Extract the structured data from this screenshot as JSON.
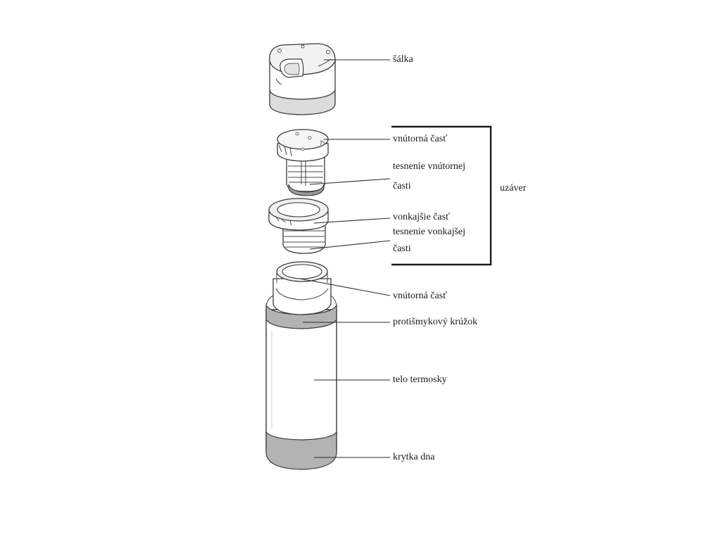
{
  "diagram": {
    "labels": {
      "cup": "šálka",
      "inner_part": "vnútorná časť",
      "inner_seal_line1": "tesnenie vnútornej",
      "inner_seal_line2": "časti",
      "outer_part": "vonkajšie časť",
      "outer_seal_line1": "tesnenie vonkajšej",
      "outer_seal_line2": "časti",
      "stopper": "uzáver",
      "inner_part_body": "vnútorná časť",
      "anti_slip_ring": "protišmykový krúžok",
      "body": "telo termosky",
      "bottom_cover": "krytka dna"
    },
    "colors": {
      "outline": "#3a3a3a",
      "band_gray": "#b8b8b8",
      "shade_light": "#ececec",
      "background": "#ffffff"
    }
  }
}
